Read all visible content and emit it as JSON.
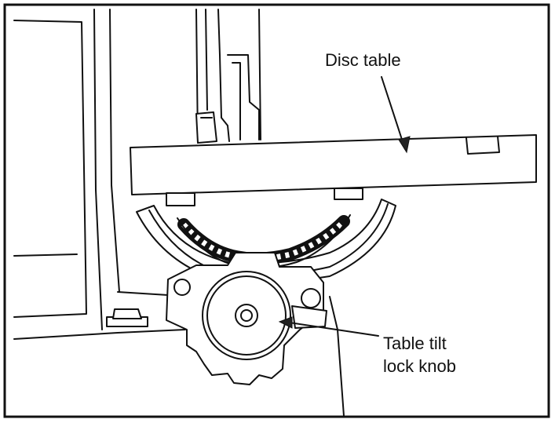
{
  "labels": {
    "disc_table": "Disc table",
    "tilt_knob_line1": "Table tilt",
    "tilt_knob_line2": "lock knob"
  },
  "colors": {
    "ink": "#111111",
    "background": "#ffffff"
  }
}
